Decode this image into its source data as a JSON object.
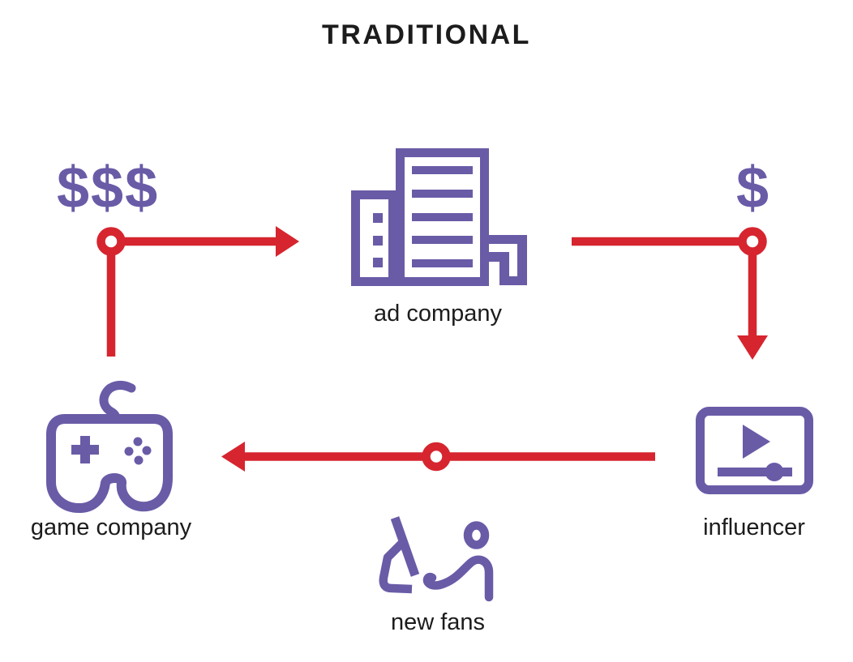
{
  "title": "TRADITIONAL",
  "colors": {
    "purple": "#6A5BA7",
    "red": "#D6252F",
    "ink": "#1C1C1C",
    "bg": "#FFFFFF"
  },
  "nodes": {
    "ad_company": {
      "label": "ad company",
      "icon": "office-building-icon"
    },
    "game_company": {
      "label": "game company",
      "icon": "game-controller-icon"
    },
    "influencer": {
      "label": "influencer",
      "icon": "video-player-icon"
    },
    "new_fans": {
      "label": "new fans",
      "icon": "person-at-computer-icon"
    }
  },
  "money": {
    "game_to_ad": "$$$",
    "ad_to_influencer": "$"
  },
  "flows": [
    {
      "from": "game company",
      "to": "ad company",
      "carries": "$$$"
    },
    {
      "from": "ad company",
      "to": "influencer",
      "carries": "$"
    },
    {
      "from": "influencer",
      "to": "game company",
      "carries": "new fans"
    }
  ]
}
